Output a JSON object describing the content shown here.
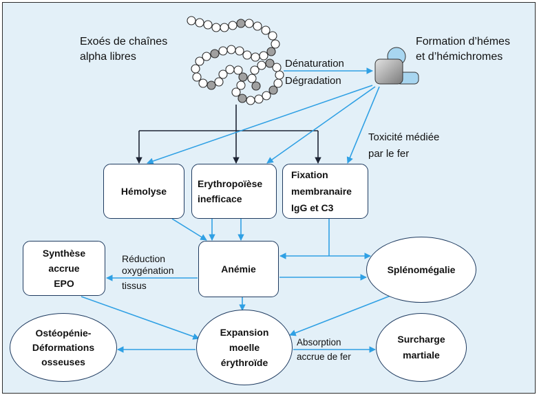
{
  "diagram": {
    "free_chains": {
      "line1": "Exoés de chaînes",
      "line2": "alpha libres"
    },
    "denaturation": "Dénaturation",
    "degradation": "Dégradation",
    "heme_formation": {
      "line1": "Formation d’hémes",
      "line2": "et d’hémichromes"
    },
    "iron_toxicity": {
      "line1": "Toxicité médiée",
      "line2": "par le fer"
    },
    "hemolysis": "Hémolyse",
    "erythropoiesis": {
      "line1": "Erythropoïèse",
      "line2": "inefficace"
    },
    "fixation": {
      "line1": "Fixation",
      "line2": "membranaire",
      "line3": "IgG et C3"
    },
    "epo": {
      "line1": "Synthèse",
      "line2": "accrue",
      "line3": "EPO"
    },
    "oxygenation": {
      "line1": "Réduction",
      "line2": "oxygénation",
      "line3": "tissus"
    },
    "anemia": "Anémie",
    "splenomegaly": "Splénomégalie",
    "osteopenia": {
      "line1": "Ostéopénie-",
      "line2": "Déformations",
      "line3": "osseuses"
    },
    "expansion": {
      "line1": "Expansion",
      "line2": "moelle",
      "line3": "érythroïde"
    },
    "absorption": {
      "line1": "Absorption",
      "line2": "accrue de fer"
    },
    "overload": {
      "line1": "Surcharge",
      "line2": "martiale"
    }
  },
  "colors": {
    "background": "#e3f0f8",
    "node_border": "#1e3a5f",
    "arrow_blue": "#2fa0e4",
    "arrow_dark": "#1c2333",
    "bead_gray": "#a0a0a0",
    "heme_blue": "#a8d6f0",
    "heme_gray": "#8f8f8f"
  }
}
